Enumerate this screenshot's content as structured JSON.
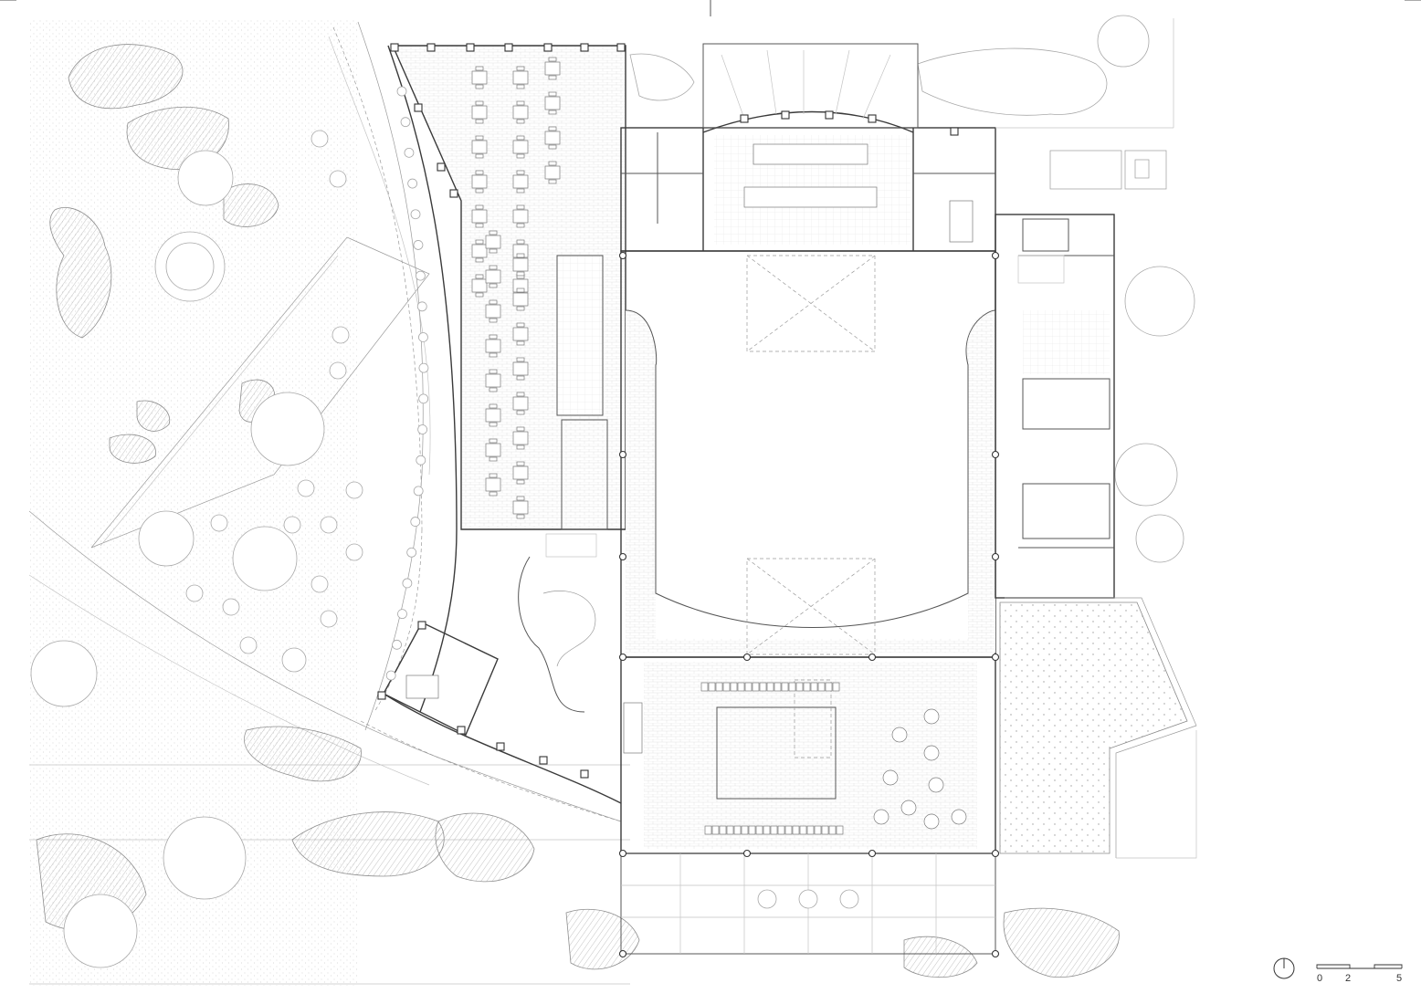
{
  "drawing": {
    "type": "architectural ground floor site plan",
    "colors": {
      "line": "#3a3a3a",
      "secondary_line": "#9a9a9a",
      "background": "#ffffff"
    }
  },
  "scale_bar": {
    "labels": [
      "0",
      "2",
      "5"
    ]
  },
  "north_arrow": {
    "icon": "north-arrow-icon"
  }
}
